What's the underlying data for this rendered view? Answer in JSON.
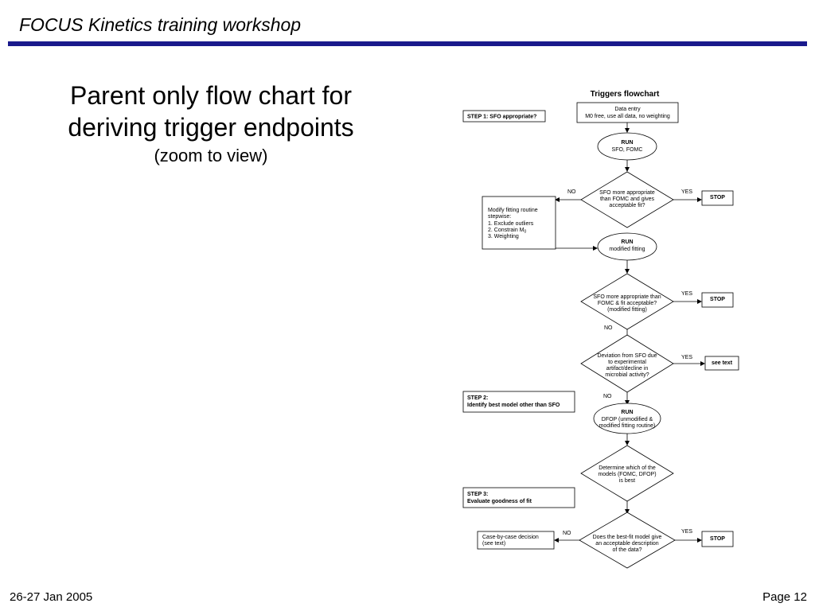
{
  "slide": {
    "header": "FOCUS Kinetics training workshop",
    "title_line1": "Parent only flow chart for",
    "title_line2": "deriving trigger endpoints",
    "subtitle": "(zoom to view)",
    "footer_date": "26-27 Jan 2005",
    "footer_page": "Page 12",
    "accent_color": "#1a1a8c"
  },
  "flowchart": {
    "title": "Triggers flowchart",
    "step1": "STEP 1: SFO appropriate?",
    "data_entry": [
      "Data entry",
      "M0 free, use all data, no weighting"
    ],
    "run1": {
      "head": "RUN",
      "body": "SFO, FOMC"
    },
    "decision1": [
      "SFO more appropriate",
      "than FOMC and gives",
      "acceptable fit?"
    ],
    "modify": [
      "Modify fitting routine",
      "stepwise:",
      "1. Exclude outliers",
      "2. Constrain M",
      "3. Weighting"
    ],
    "modify_subscript": "0",
    "run2": {
      "head": "RUN",
      "body": "modified fitting"
    },
    "decision2": [
      "SFO more appropriate than",
      "FOMC & fit acceptable?",
      "(modified fitting)"
    ],
    "decision3": [
      "Deviation from SFO due",
      "to experimental",
      "artifact/decline in",
      "microbial activity?"
    ],
    "see_text": "see text",
    "step2": [
      "STEP 2:",
      "Identify best model other than SFO"
    ],
    "run3": {
      "head": "RUN",
      "body1": "DFOP (unmodified &",
      "body2": "modified fitting routine)"
    },
    "decision4": [
      "Determine which of the",
      "models (FOMC, DFOP)",
      "is best"
    ],
    "step3": [
      "STEP 3:",
      "Evaluate goodness of fit"
    ],
    "decision5": [
      "Does the best-fit model give",
      "an acceptable description",
      "of the data?"
    ],
    "case": [
      "Case-by-case decision",
      "(see text)"
    ],
    "stop": "STOP",
    "yes": "YES",
    "no": "NO"
  }
}
